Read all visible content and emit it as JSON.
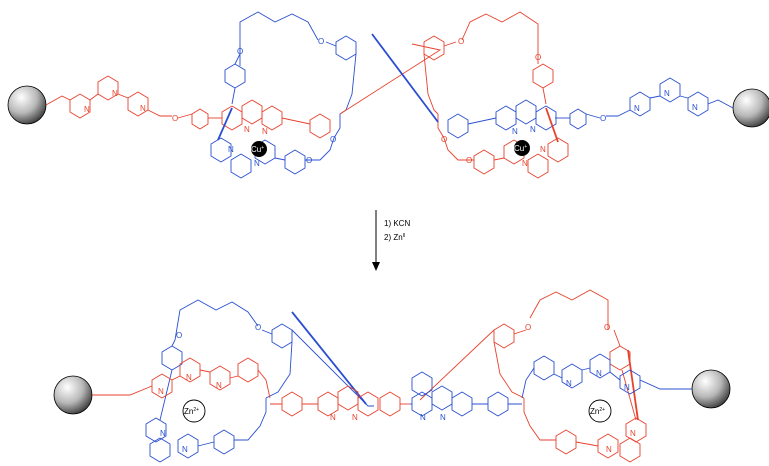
{
  "colors": {
    "red": "#e8412c",
    "blue": "#2a4fd0",
    "black": "#000000",
    "bead_light": "#f2f2f2",
    "bead_dark": "#4a4a4a"
  },
  "reaction": {
    "step1": "1) KCN",
    "step2_prefix": "2) Zn",
    "step2_superscript": "II"
  },
  "top": {
    "metal_left": "Cu",
    "metal_right": "Cu",
    "metal_charge": "+"
  },
  "bottom": {
    "metal_left": "Zn",
    "metal_right": "Zn",
    "metal_charge": "2+"
  },
  "atoms": {
    "N": "N",
    "O": "O"
  }
}
